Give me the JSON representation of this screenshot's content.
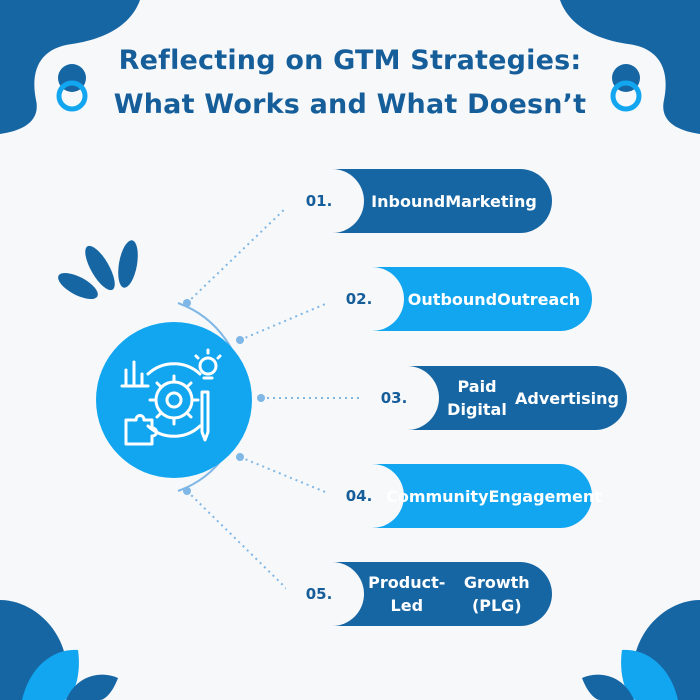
{
  "title": {
    "line1": "Reflecting on GTM Strategies:",
    "line2": "What Works and What Doesn’t"
  },
  "items": [
    {
      "number": "01.",
      "label_line1": "Inbound",
      "label_line2": "Marketing",
      "style": "dark"
    },
    {
      "number": "02.",
      "label_line1": "Outbound",
      "label_line2": "Outreach",
      "style": "light"
    },
    {
      "number": "03.",
      "label_line1": "Paid Digital",
      "label_line2": "Advertising",
      "style": "dark"
    },
    {
      "number": "04.",
      "label_line1": "Community",
      "label_line2": "Engagement",
      "style": "light"
    },
    {
      "number": "05.",
      "label_line1": "Product-Led",
      "label_line2": "Growth (PLG)",
      "style": "dark"
    }
  ],
  "colors": {
    "dark_blue": "#1766a4",
    "light_blue": "#12a6f0",
    "background": "#f7f8fa",
    "title": "#165e9a"
  },
  "icons": {
    "hub": "strategy-gear-chart-puzzle-bulb-icon"
  }
}
